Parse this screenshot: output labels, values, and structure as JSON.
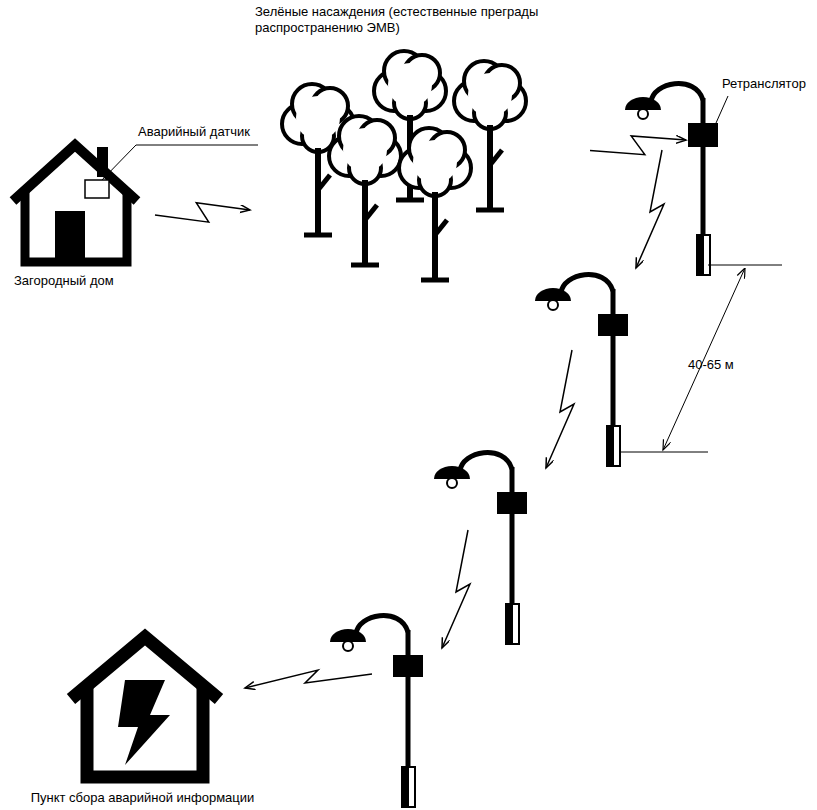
{
  "diagram": {
    "nodes": [
      {
        "text": [
          "Загородный дом"
        ]
      },
      {
        "text": [
          "Зелёные насаждения (естественные преграды распространению ЭМВ)"
        ]
      },
      {
        "text": [
          "Ретранслятор"
        ]
      },
      {
        "text": [
          "Пункт сбора аварийной информации"
        ]
      }
    ],
    "edges": [
      {
        "from": 0,
        "to": 1,
        "arrow": "to"
      },
      {
        "from": 1,
        "to": 2,
        "arrow": "to"
      }
    ],
    "labels": [
      "Аварийный датчик",
      "40-65 м"
    ]
  }
}
